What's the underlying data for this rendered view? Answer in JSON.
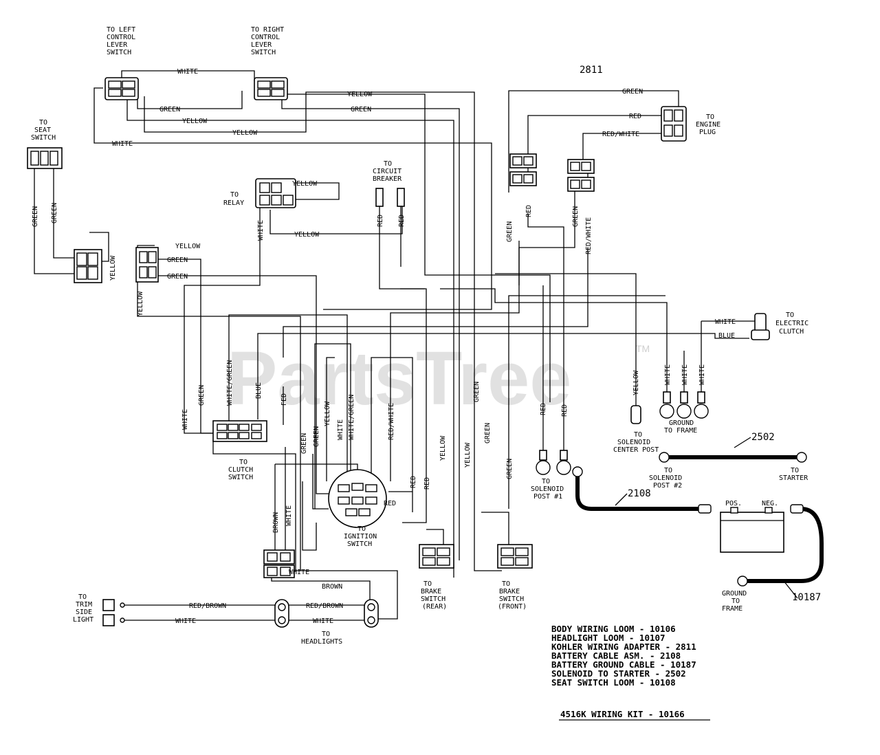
{
  "labels": {
    "left_lever": [
      "TO LEFT",
      "CONTROL",
      "LEVER",
      "SWITCH"
    ],
    "right_lever": [
      "TO RIGHT",
      "CONTROL",
      "LEVER",
      "SWITCH"
    ],
    "seat_switch": [
      "TO",
      "SEAT",
      "SWITCH"
    ],
    "relay": [
      "TO",
      "RELAY"
    ],
    "circuit_breaker": [
      "TO",
      "CIRCUIT",
      "BREAKER"
    ],
    "engine_plug": [
      "TO",
      "ENGINE",
      "PLUG"
    ],
    "electric_clutch": [
      "TO",
      "ELECTRIC",
      "CLUTCH"
    ],
    "clutch_switch": [
      "TO",
      "CLUTCH",
      "SWITCH"
    ],
    "ignition_switch": [
      "TO",
      "IGNITION",
      "SWITCH"
    ],
    "brake_rear": [
      "TO",
      "BRAKE",
      "SWITCH",
      "(REAR)"
    ],
    "brake_front": [
      "TO",
      "BRAKE",
      "SWITCH",
      "(FRONT)"
    ],
    "solenoid_center": [
      "TO",
      "SOLENOID",
      "CENTER POST"
    ],
    "ground_frame_1": [
      "GROUND",
      "TO FRAME"
    ],
    "solenoid_post1": [
      "TO",
      "SOLENOID",
      "POST #1"
    ],
    "solenoid_post2": [
      "TO",
      "SOLENOID",
      "POST #2"
    ],
    "starter": [
      "TO",
      "STARTER"
    ],
    "ground_frame_2": [
      "GROUND",
      "TO",
      "FRAME"
    ],
    "trim_light": [
      "TO",
      "TRIM",
      "SIDE",
      "LIGHT"
    ],
    "headlights": [
      "TO",
      "HEADLIGHTS"
    ],
    "pos": "POS.",
    "neg": "NEG."
  },
  "wire_colors": {
    "white": "WHITE",
    "green": "GREEN",
    "yellow": "YELLOW",
    "red": "RED",
    "red_white": "RED/WHITE",
    "white_green": "WHITE/GREEN",
    "blue": "BLUE",
    "fed": "FED",
    "brown": "BROWN",
    "red_brown": "RED/BROWN"
  },
  "part_numbers": {
    "p2811": "2811",
    "p2502": "2502",
    "p2108": "2108",
    "p10187": "10187"
  },
  "legend": [
    "BODY WIRING LOOM - 10106",
    "HEADLIGHT LOOM - 10107",
    "KOHLER WIRING ADAPTER - 2811",
    "BATTERY CABLE ASM. - 2108",
    "BATTERY GROUND CABLE - 10187",
    "SOLENOID TO STARTER - 2502",
    "SEAT SWITCH LOOM - 10108"
  ],
  "kit_title": "4516K WIRING KIT - 10166",
  "watermark": "PartsTree",
  "watermark_tm": "TM"
}
